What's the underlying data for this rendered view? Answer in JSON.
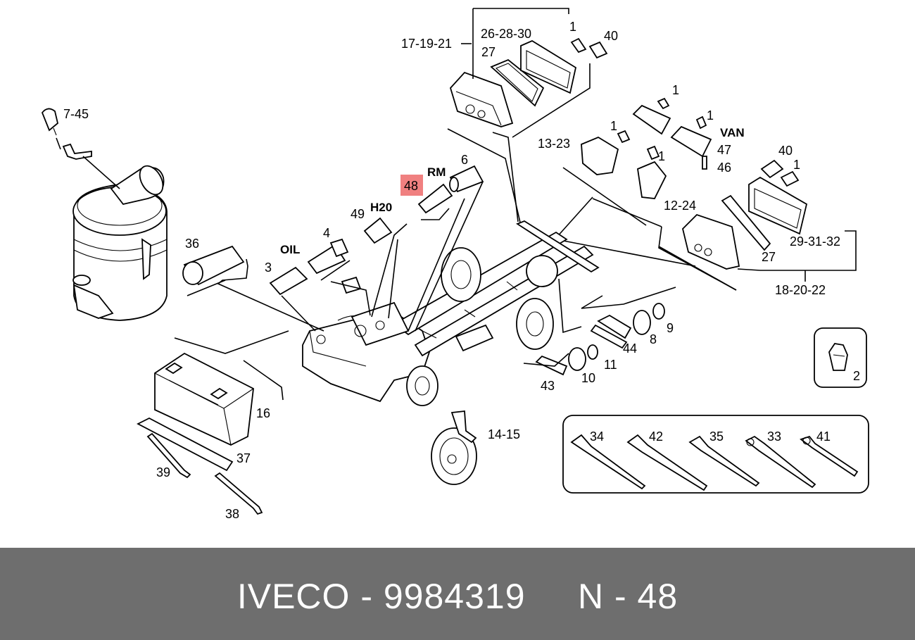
{
  "labels": {
    "l_7_45": "7-45",
    "l_17_19_21": "17-19-21",
    "l_26_28_30": "26-28-30",
    "l_27_top": "27",
    "l_1_top": "1",
    "l_40_top": "40",
    "l_1_a": "1",
    "l_1_b": "1",
    "l_1_c": "1",
    "l_1_d": "1",
    "l_van": "VAN",
    "l_47": "47",
    "l_46": "46",
    "l_13_23": "13-23",
    "l_40_right": "40",
    "l_1_right": "1",
    "l_12_24": "12-24",
    "l_29_31_32": "29-31-32",
    "l_27_right": "27",
    "l_18_20_22": "18-20-22",
    "l_6": "6",
    "l_rm": "RM",
    "l_48": "48",
    "l_49": "49",
    "l_h20": "H20",
    "l_4": "4",
    "l_oil": "OIL",
    "l_3": "3",
    "l_36": "36",
    "l_16": "16",
    "l_37": "37",
    "l_39": "39",
    "l_38": "38",
    "l_14_15": "14-15",
    "l_9": "9",
    "l_8": "8",
    "l_44": "44",
    "l_11": "11",
    "l_10": "10",
    "l_43": "43",
    "l_2": "2",
    "l_34": "34",
    "l_42": "42",
    "l_35": "35",
    "l_33": "33",
    "l_41": "41"
  },
  "colors": {
    "highlight": "#f08080",
    "footer_bg": "#6e6e6e",
    "footer_text": "#ffffff"
  },
  "footer": {
    "text": "IVECO - 9984319     N - 48"
  }
}
